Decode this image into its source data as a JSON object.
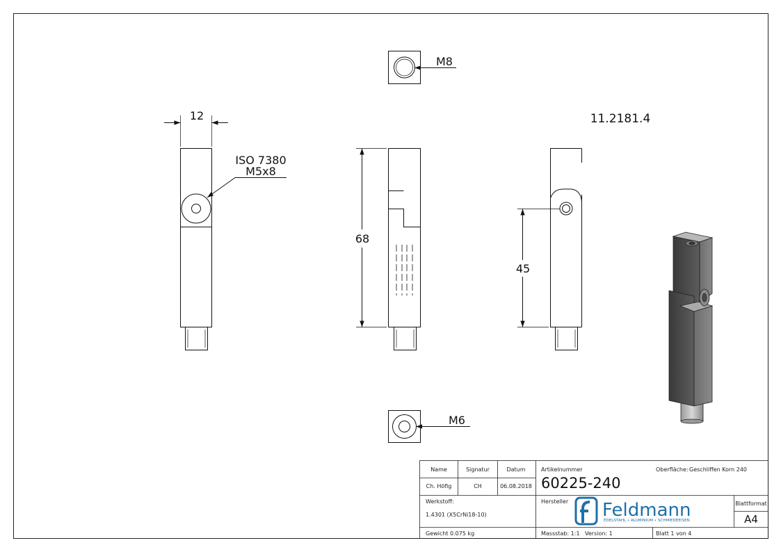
{
  "drawing": {
    "part_number_label": "11.2181.4",
    "dimensions": {
      "width_front": "12",
      "screw_note_line1": "ISO 7380",
      "screw_note_line2": "M5x8",
      "height_total": "68",
      "hole_height": "45",
      "thread_top": "M8",
      "thread_bottom": "M6"
    }
  },
  "title_block": {
    "col_name": "Name",
    "col_signatur": "Signatur",
    "col_datum": "Datum",
    "name_value": "Ch. Höfig",
    "signatur_value": "CH",
    "datum_value": "06.08.2018",
    "artikelnummer_label": "Artikelnummer",
    "artikelnummer_value": "60225-240",
    "oberflaeche_label": "Oberfläche:",
    "oberflaeche_value": "Geschliffen Korn 240",
    "werkstoff_label": "Werkstoff:",
    "werkstoff_value": "1.4301 (X5CrNi18-10)",
    "hersteller_label": "Hersteller",
    "blattformat_label": "Blattformat",
    "blattformat_value": "A4",
    "gewicht": "Gewicht 0.075 kg",
    "massstab": "Massstab: 1:1",
    "version": "Version: 1",
    "blatt": "Blatt 1 von 4"
  },
  "logo": {
    "name": "Feldmann",
    "tagline": "EDELSTAHL • ALUMINIUM • SCHMIEDEEISEN",
    "color": "#1f6fa8"
  }
}
